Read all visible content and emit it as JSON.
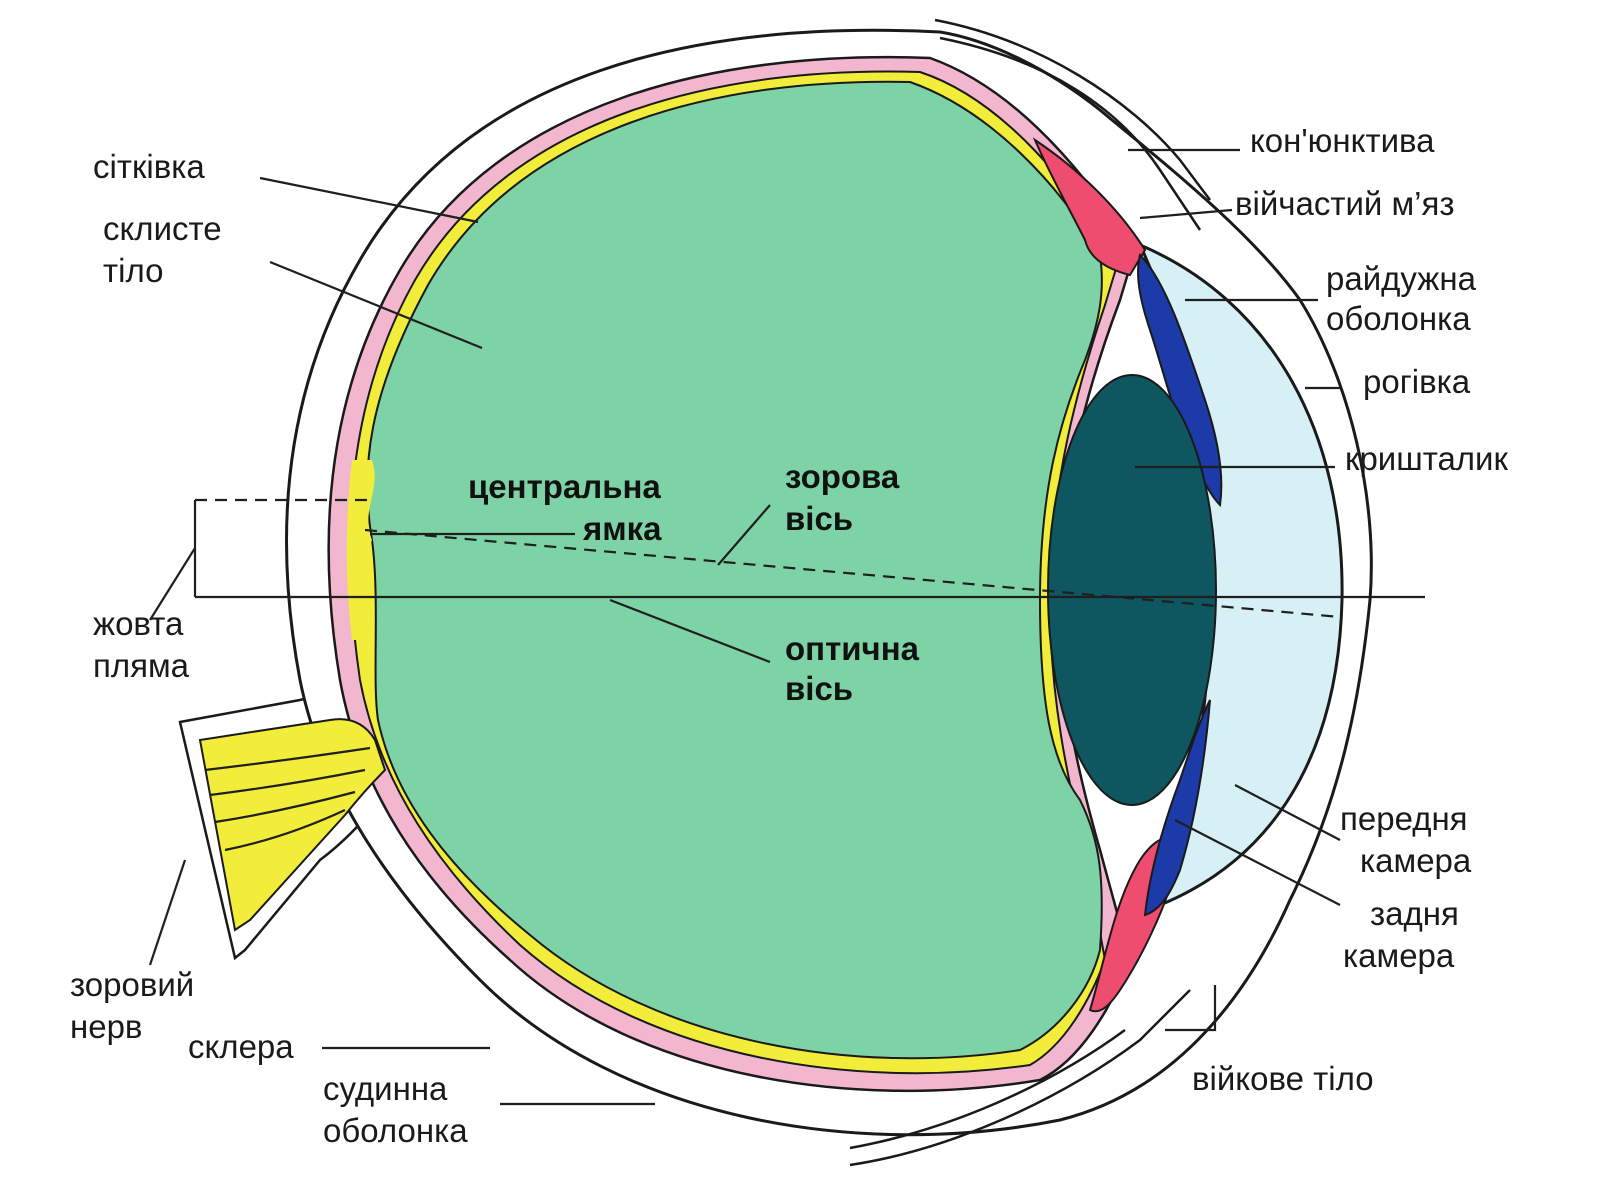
{
  "colors": {
    "vitreous": "#7ed3a6",
    "lens": "#0e5660",
    "cornea": "#d6f0f5",
    "iris": "#1c3aa8",
    "retina": "#f2ec3a",
    "choroid": "#f2b7cf",
    "ciliary": "#ef4d6f",
    "sclera": "#ffffff",
    "outline": "#1a1a1a"
  },
  "labels": {
    "retina": "сітківка",
    "vitreous_1": "склисте",
    "vitreous_2": "тіло",
    "conjunctiva": "кон'юнктива",
    "ciliary_muscle": "війчастий м’яз",
    "iris_1": "райдужна",
    "iris_2": "оболонка",
    "cornea": "рогівка",
    "lens": "кришталик",
    "fovea_1": "центральна",
    "fovea_2": "ямка",
    "visual_axis_1": "зорова",
    "visual_axis_2": "вісь",
    "optical_axis_1": "оптична",
    "optical_axis_2": "вісь",
    "macula_1": "жовта",
    "macula_2": "пляма",
    "anterior_chamber_1": "передня",
    "anterior_chamber_2": "камера",
    "posterior_chamber_1": "задня",
    "posterior_chamber_2": "камера",
    "optic_nerve_1": "зоровий",
    "optic_nerve_2": "нерв",
    "sclera": "склера",
    "choroid_1": "судинна",
    "choroid_2": "оболонка",
    "ciliary_body": "війкове тіло"
  }
}
